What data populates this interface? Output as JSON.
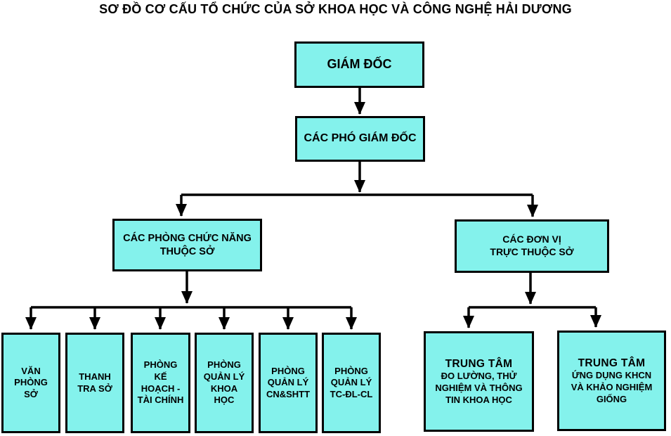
{
  "title": "SƠ ĐỒ CƠ CẤU TỔ CHỨC CỦA SỞ KHOA HỌC VÀ CÔNG NGHỆ HẢI DƯƠNG",
  "diagram_type": "org-chart",
  "colors": {
    "box_fill": "#84f2ec",
    "box_border": "#000000",
    "connector": "#000000",
    "text": "#000000",
    "background": "#ffffff"
  },
  "nodes": {
    "director": {
      "label": "GIÁM ĐỐC"
    },
    "deputy_directors": {
      "label": "CÁC PHÓ GIÁM ĐỐC"
    },
    "functional_departments": {
      "label": "CÁC PHÒNG CHỨC NĂNG\nTHUỘC SỞ"
    },
    "affiliated_units": {
      "label": "CÁC ĐƠN VỊ\nTRỰC THUỘC SỞ"
    },
    "office": {
      "label": "VĂN\nPHÒNG\nSỞ"
    },
    "inspectorate": {
      "label": "THANH\nTRA SỞ"
    },
    "planning_finance": {
      "label": "PHÒNG\nKẾ\nHOẠCH -\nTÀI CHÍNH"
    },
    "science_management": {
      "label": "PHÒNG\nQUẢN LÝ\nKHOA\nHỌC"
    },
    "tech_ip_management": {
      "label": "PHÒNG\nQUẢN LÝ\nCN&SHTT"
    },
    "standards_management": {
      "label": "PHÒNG\nQUẢN LÝ\nTC-ĐL-CL"
    },
    "center_metrology": {
      "title": "TRUNG TÂM",
      "subtitle": "ĐO LƯỜNG, THỬ\nNGHIỆM VÀ THÔNG\nTIN KHOA HỌC"
    },
    "center_application": {
      "title": "TRUNG TÂM",
      "subtitle": "ỨNG DỤNG KHCN\nVÀ KHẢO NGHIỆM\nGIỐNG"
    }
  }
}
